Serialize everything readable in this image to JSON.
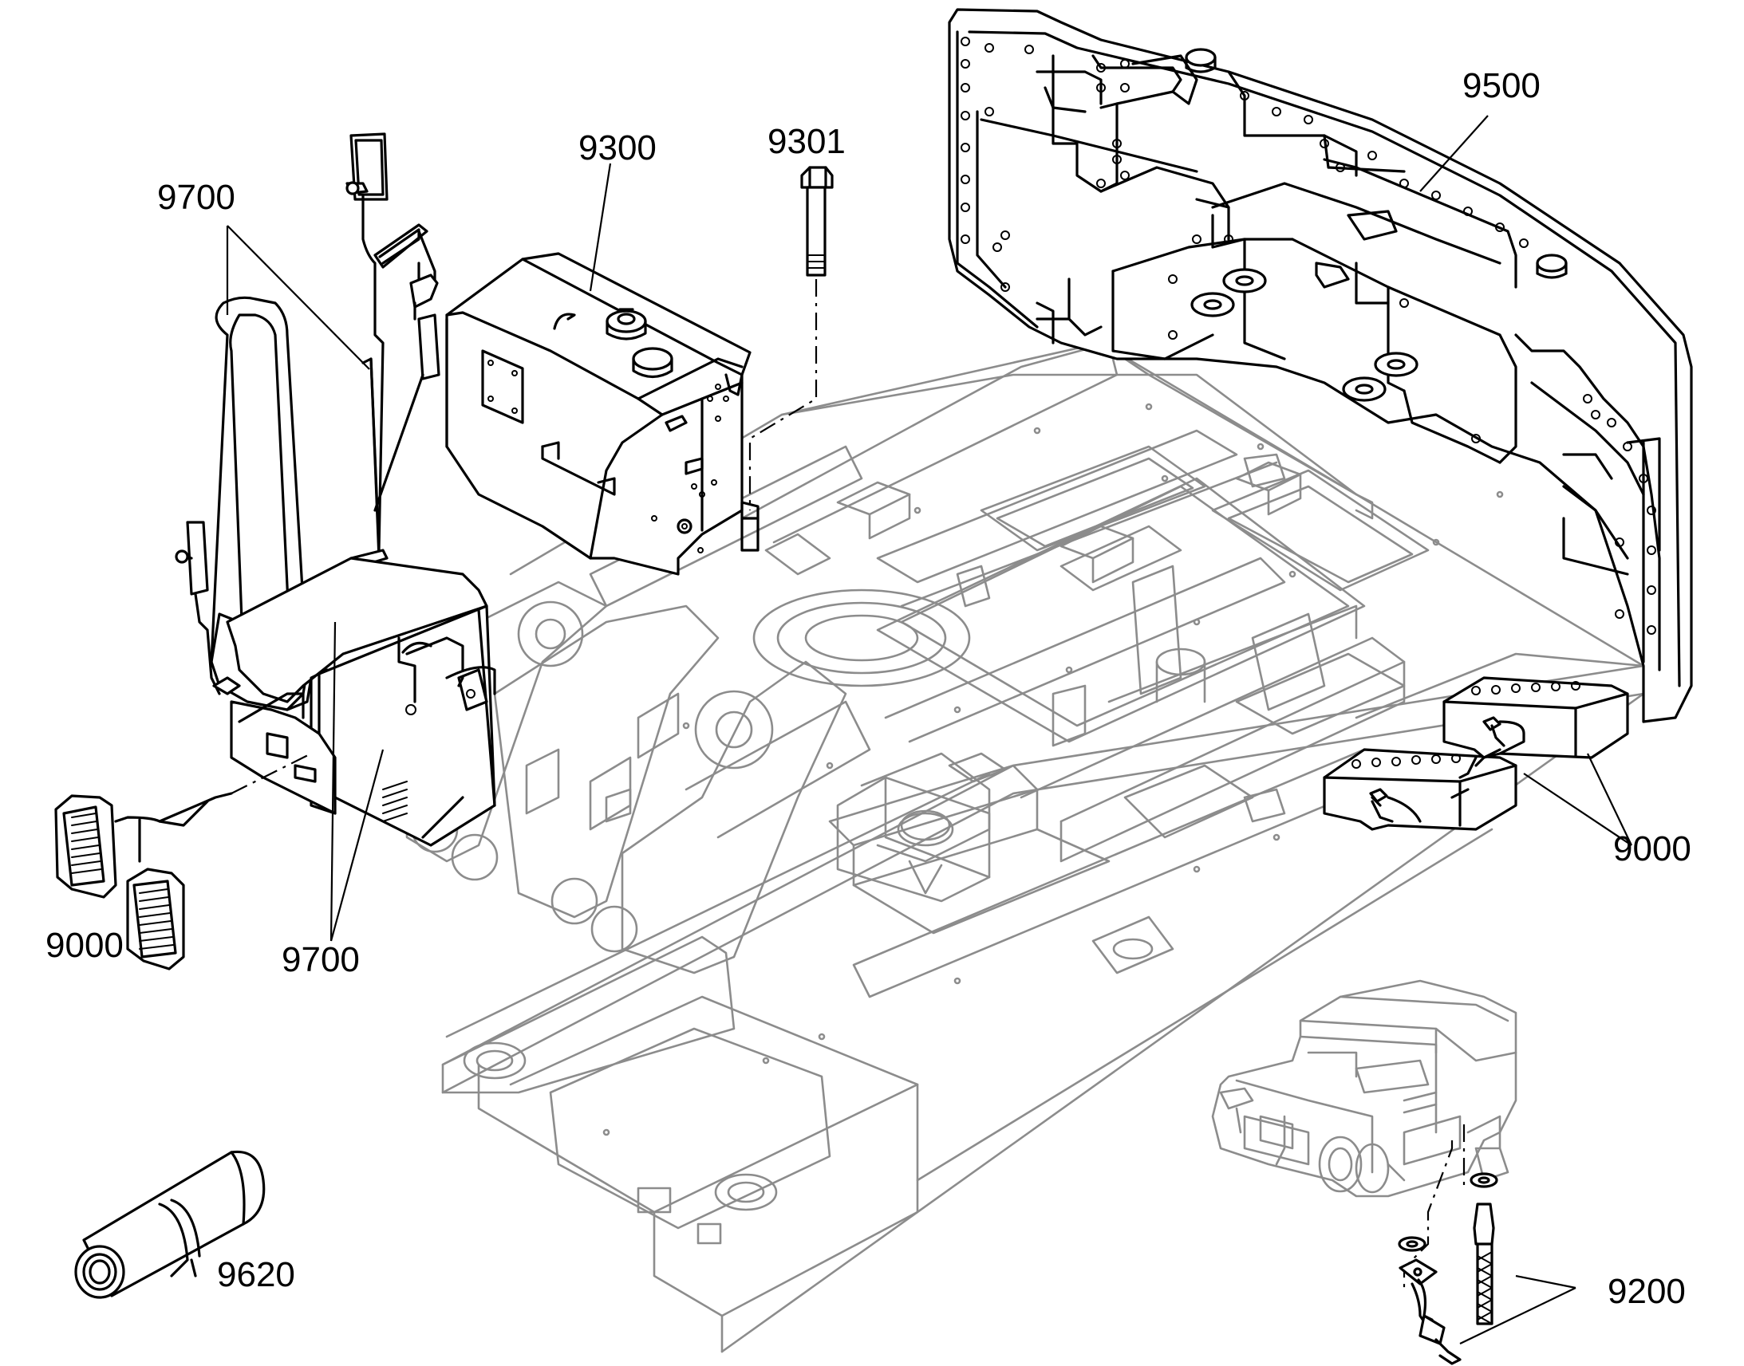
{
  "diagram": {
    "callouts": [
      {
        "id": "c9700a",
        "label": "9700"
      },
      {
        "id": "c9300",
        "label": "9300"
      },
      {
        "id": "c9301",
        "label": "9301"
      },
      {
        "id": "c9500",
        "label": "9500"
      },
      {
        "id": "c9000r",
        "label": "9000"
      },
      {
        "id": "c9000l",
        "label": "9000"
      },
      {
        "id": "c9700b",
        "label": "9700"
      },
      {
        "id": "c9620",
        "label": "9620"
      },
      {
        "id": "c9200",
        "label": "9200"
      }
    ]
  }
}
